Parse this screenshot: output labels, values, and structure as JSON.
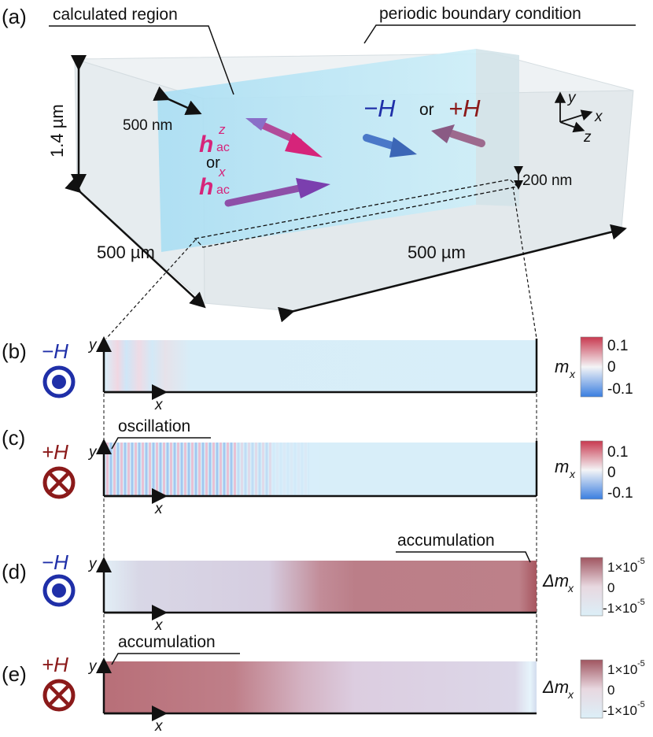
{
  "panel_a": {
    "panel_label": "(a)",
    "calculated_region_label": "calculated region",
    "periodic_boundary_label": "periodic boundary condition",
    "height_label": "1.4 µm",
    "depth_label": "500 µm",
    "width_label": "500 µm",
    "slab_depth_label": "500 nm",
    "thin_layer_label": "200 nm",
    "field_minus_label": "−H",
    "field_or_label": "or",
    "field_plus_label": "+H",
    "hac_z_main": "h",
    "hac_z_sup": "z",
    "hac_z_sub": "ac",
    "hac_or_label": "or",
    "hac_x_main": "h",
    "hac_x_sup": "x",
    "hac_x_sub": "ac",
    "axis_y": "y",
    "axis_x": "x",
    "axis_z": "z"
  },
  "panels": [
    {
      "id": "b",
      "label": "(b)",
      "field": "−H",
      "field_dir": "out-of-page",
      "axis_y": "y",
      "axis_x": "x",
      "quantity_main": "m",
      "quantity_sub": "x",
      "scale_max": "0.1",
      "scale_mid": "0",
      "scale_min": "-0.1",
      "annotation": ""
    },
    {
      "id": "c",
      "label": "(c)",
      "field": "+H",
      "field_dir": "into-page",
      "axis_y": "y",
      "axis_x": "x",
      "quantity_main": "m",
      "quantity_sub": "x",
      "scale_max": "0.1",
      "scale_mid": "0",
      "scale_min": "-0.1",
      "annotation": "oscillation"
    },
    {
      "id": "d",
      "label": "(d)",
      "field": "−H",
      "field_dir": "out-of-page",
      "axis_y": "y",
      "axis_x": "x",
      "quantity_main": "Δm",
      "quantity_sub": "x",
      "scale_max": "1×10",
      "scale_max_exp": "-5",
      "scale_mid": "0",
      "scale_min": "-1×10",
      "scale_min_exp": "-5",
      "annotation": "accumulation"
    },
    {
      "id": "e",
      "label": "(e)",
      "field": "+H",
      "field_dir": "into-page",
      "axis_y": "y",
      "axis_x": "x",
      "quantity_main": "Δm",
      "quantity_sub": "x",
      "scale_max": "1×10",
      "scale_max_exp": "-5",
      "scale_mid": "0",
      "scale_min": "-1×10",
      "scale_min_exp": "-5",
      "annotation": "accumulation"
    }
  ],
  "colors": {
    "field_minus": "#1f2fa8",
    "field_plus": "#8b1a1a",
    "hac": "#d6247a",
    "slab": "#bfe6f5",
    "box": "#e3e9ec",
    "accumulation": "#b97373"
  }
}
